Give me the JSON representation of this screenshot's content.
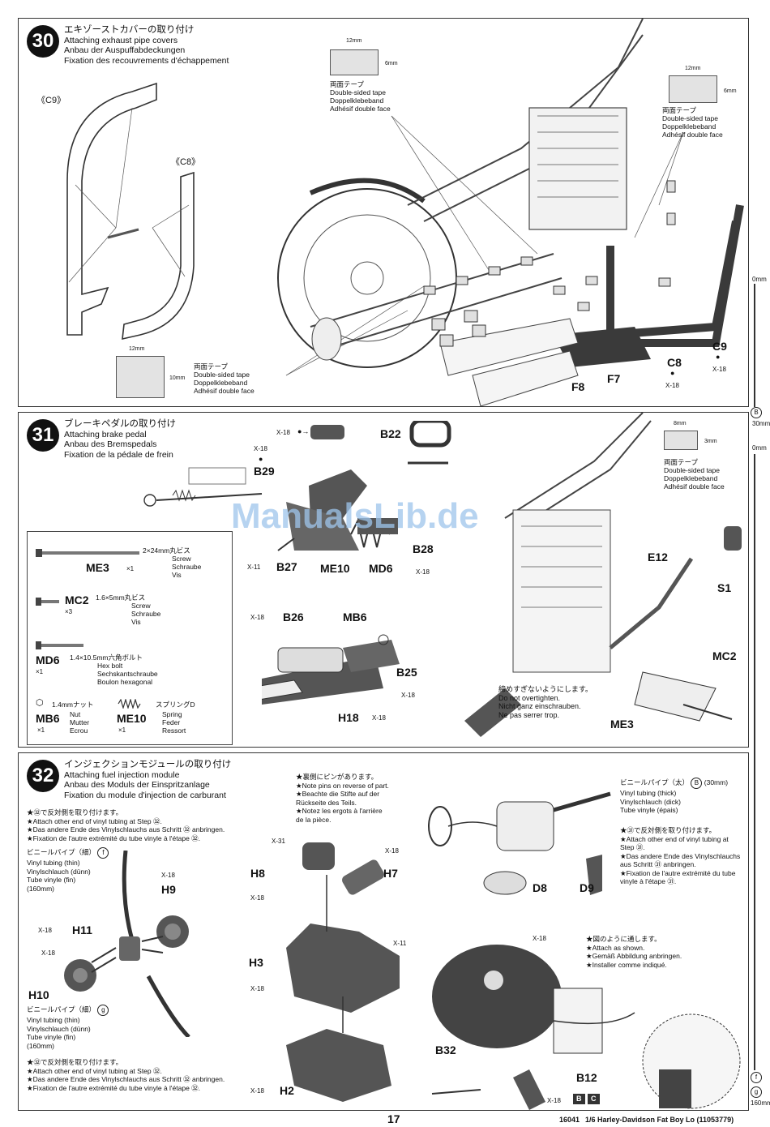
{
  "step30": {
    "number": "30",
    "title_jp": "エキゾーストカバーの取り付け",
    "title_en": "Attaching exhaust pipe covers",
    "title_de": "Anbau der Auspuffabdeckungen",
    "title_fr": "Fixation des recouvrements d'échappement",
    "part_c9_top": "《C9》",
    "part_c8_top": "《C8》",
    "tape_top_w": "12mm",
    "tape_top_h": "6mm",
    "tape_top_jp": "両面テープ",
    "tape_top_en": "Double-sided tape",
    "tape_top_de": "Doppelklebeband",
    "tape_top_fr": "Adhésif double face",
    "tape_right_w": "12mm",
    "tape_right_h": "6mm",
    "tape_right_jp": "両面テープ",
    "tape_right_en": "Double-sided tape",
    "tape_right_de": "Doppelklebeband",
    "tape_right_fr": "Adhésif double face",
    "tape_bottom_w": "12mm",
    "tape_bottom_h": "10mm",
    "tape_bottom_jp": "両面テープ",
    "tape_bottom_en": "Double-sided tape",
    "tape_bottom_de": "Doppelklebeband",
    "tape_bottom_fr": "Adhésif double face",
    "c9": "C9",
    "c9_tool": "X-18",
    "c8": "C8",
    "c8_tool": "X-18",
    "f7": "F7",
    "f8": "F8"
  },
  "step31": {
    "number": "31",
    "title_jp": "ブレーキペダルの取り付け",
    "title_en": "Attaching brake pedal",
    "title_de": "Anbau des Bremspedals",
    "title_fr": "Fixation de la pédale de frein",
    "x18_a": "X-18",
    "b22": "B22",
    "x18_b": "X-18",
    "b29": "B29",
    "b28": "B28",
    "b28_tool": "X-18",
    "x11": "X-11",
    "b27": "B27",
    "me10": "ME10",
    "md6": "MD6",
    "x18_c": "X-18",
    "b26": "B26",
    "mb6": "MB6",
    "b25": "B25",
    "b25_tool": "X-18",
    "h18": "H18",
    "h18_tool": "X-18",
    "tape_w": "8mm",
    "tape_h": "3mm",
    "tape_jp": "両面テープ",
    "tape_en": "Double-sided tape",
    "tape_de": "Doppelklebeband",
    "tape_fr": "Adhésif double face",
    "e12": "E12",
    "s1": "S1",
    "mc2": "MC2",
    "me3": "ME3",
    "warn_jp": "締めすぎないようにします。",
    "warn_en": "Do not overtighten.",
    "warn_de": "Nicht ganz einschrauben.",
    "warn_fr": "Ne pas serrer trop.",
    "parts": {
      "me3": "ME3",
      "me3_qty": "×1",
      "me3_jp": "2×24mm丸ビス",
      "me3_en": "Screw",
      "me3_de": "Schraube",
      "me3_fr": "Vis",
      "mc2": "MC2",
      "mc2_qty": "×3",
      "mc2_jp": "1.6×5mm丸ビス",
      "mc2_en": "Screw",
      "mc2_de": "Schraube",
      "mc2_fr": "Vis",
      "md6": "MD6",
      "md6_qty": "×1",
      "md6_jp": "1.4×10.5mm六角ボルト",
      "md6_en": "Hex bolt",
      "md6_de": "Sechskantschraube",
      "md6_fr": "Boulon hexagonal",
      "mb6": "MB6",
      "mb6_qty": "×1",
      "mb6_jp": "1.4mmナット",
      "mb6_en": "Nut",
      "mb6_de": "Mutter",
      "mb6_fr": "Ecrou",
      "me10": "ME10",
      "me10_qty": "×1",
      "me10_jp": "スプリングD",
      "me10_en": "Spring",
      "me10_de": "Feder",
      "me10_fr": "Ressort"
    }
  },
  "step32": {
    "number": "32",
    "title_jp": "インジェクションモジュールの取り付け",
    "title_en": "Attaching fuel injection module",
    "title_de": "Anbau des Moduls der Einspritzanlage",
    "title_fr": "Fixation du module d'injection de carburant",
    "note1_jp": "★㉜で反対側を取り付けます。",
    "note1_en": "★Attach other end of vinyl tubing at Step ㉜.",
    "note1_de": "★Das andere Ende des Vinylschlauchs aus Schritt ㉜ anbringen.",
    "note1_fr": "★Fixation de l'autre extrémité du tube vinyle à l'étape ㉜.",
    "tube_f_jp": "ビニールパイプ（細）",
    "tube_f_code": "f",
    "tube_f_en": "Vinyl tubing (thin)",
    "tube_f_de": "Vinylschlauch (dünn)",
    "tube_f_fr": "Tube vinyle (fin)",
    "tube_f_len": "(160mm)",
    "x18_h9": "X-18",
    "h9": "H9",
    "x18_h11": "X-18",
    "h11": "H11",
    "x18_h10": "X-18",
    "h10": "H10",
    "tube_g_jp": "ビニールパイプ（細）",
    "tube_g_code": "g",
    "tube_g_en": "Vinyl tubing (thin)",
    "tube_g_de": "Vinylschlauch (dünn)",
    "tube_g_fr": "Tube vinyle (fin)",
    "tube_g_len": "(160mm)",
    "note2_jp": "★㉜で反対側を取り付けます。",
    "note2_en": "★Attach other end of vinyl tubing at Step ㉜.",
    "note2_de": "★Das andere Ende des Vinylschlauchs aus Schritt ㉜ anbringen.",
    "note2_fr": "★Fixation de l'autre extrémité du tube vinyle à l'étape ㉜.",
    "pins_jp": "★裏側にピンがあります。",
    "pins_en": "★Note pins on reverse of part.",
    "pins_de1": "★Beachte die Stifte auf der",
    "pins_de2": "Rückseite des Teils.",
    "pins_fr1": "★Notez les ergots à l'arrière",
    "pins_fr2": "de la pièce.",
    "x31": "X-31",
    "h8": "H8",
    "h8_tool": "X-18",
    "x18_h7": "X-18",
    "h7": "H7",
    "x11": "X-11",
    "h3": "H3",
    "h3_tool": "X-18",
    "x18_h2": "X-18",
    "h2": "H2",
    "d8": "D8",
    "d9": "D9",
    "tube_b_jp": "ビニールパイプ（太）",
    "tube_b_code": "B",
    "tube_b_len": "(30mm)",
    "tube_b_en": "Vinyl tubing (thick)",
    "tube_b_de": "Vinylschlauch (dick)",
    "tube_b_fr": "Tube vinyle (épais)",
    "note3_jp": "★㉛で反対側を取り付けます。",
    "note3_en": "★Attach other end of vinyl tubing at Step ㉛.",
    "note3_de": "★Das andere Ende des Vinylschlauchs aus Schritt ㉛ anbringen.",
    "note3_fr": "★Fixation de l'autre extrémité du tube vinyle à l'étape ㉛.",
    "x18_b32": "X-18",
    "shown_jp": "★図のように通します。",
    "shown_en": "★Attach as shown.",
    "shown_de": "★Gemäß Abbildung anbringen.",
    "shown_fr": "★Installer comme indiqué.",
    "b32": "B32",
    "b12": "B12",
    "b12_tool": "X-18",
    "box_b": "B",
    "box_c": "C"
  },
  "ruler": {
    "top_mark": "0mm",
    "b_label": "B",
    "b_len": "30mm",
    "mid_mark": "0mm",
    "f_label": "f",
    "g_label": "g",
    "g_len": "160mm"
  },
  "watermark": "ManualsLib.de",
  "footer": {
    "page": "17",
    "code": "16041",
    "title": "1/6 Harley-Davidson Fat Boy Lo (11053779)"
  }
}
